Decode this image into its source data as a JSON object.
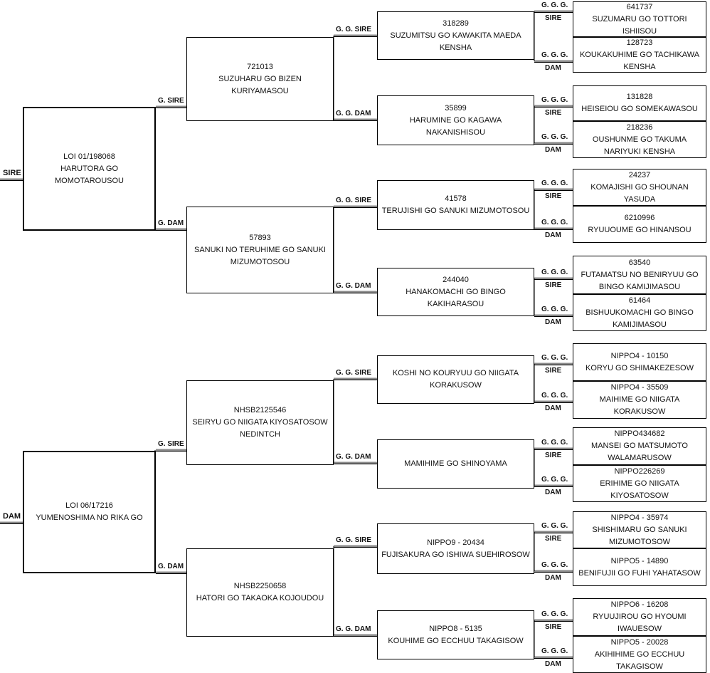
{
  "labels": {
    "sire": "SIRE",
    "dam": "DAM",
    "g_sire": "G. SIRE",
    "g_dam": "G. DAM",
    "gg_sire": "G. G. SIRE",
    "gg_dam": "G. G. DAM",
    "ggg": "G. G. G."
  },
  "sire_side": {
    "dog": {
      "id": "LOI 01/198068",
      "name": "HARUTORA GO MOMOTAROUSOU"
    },
    "g_sire": {
      "id": "721013",
      "name": "SUZUHARU GO BIZEN KURIYAMASOU"
    },
    "g_dam": {
      "id": "57893",
      "name": "SANUKI NO TERUHIME GO SANUKI MIZUMOTOSOU"
    },
    "gg": [
      {
        "id": "318289",
        "name": "SUZUMITSU GO KAWAKITA MAEDA KENSHA"
      },
      {
        "id": "35899",
        "name": "HARUMINE GO KAGAWA NAKANISHISOU"
      },
      {
        "id": "41578",
        "name": "TERUJISHI GO SANUKI MIZUMOTOSOU"
      },
      {
        "id": "244040",
        "name": "HANAKOMACHI GO BINGO KAKIHARASOU"
      }
    ],
    "ggg": [
      {
        "id": "641737",
        "name": "SUZUMARU GO TOTTORI ISHIISOU"
      },
      {
        "id": "128723",
        "name": "KOUKAKUHIME GO TACHIKAWA KENSHA"
      },
      {
        "id": "131828",
        "name": "HEISEIOU GO SOMEKAWASOU"
      },
      {
        "id": "218236",
        "name": "OUSHUNME GO TAKUMA NARIYUKI KENSHA"
      },
      {
        "id": "24237",
        "name": "KOMAJISHI GO SHOUNAN YASUDA"
      },
      {
        "id": "6210996",
        "name": "RYUUOUME GO HINANSOU"
      },
      {
        "id": "63540",
        "name": "FUTAMATSU NO BENIRYUU GO BINGO KAMIJIMASOU"
      },
      {
        "id": "61464",
        "name": "BISHUUKOMACHI GO BINGO KAMIJIMASOU"
      }
    ]
  },
  "dam_side": {
    "dog": {
      "id": "LOI 06/17216",
      "name": "YUMENOSHIMA NO RIKA GO"
    },
    "g_sire": {
      "id": "NHSB2125546",
      "name": "SEIRYU GO NIIGATA KIYOSATOSOW NEDINTCH"
    },
    "g_dam": {
      "id": "NHSB2250658",
      "name": "HATORI GO TAKAOKA KOJOUDOU"
    },
    "gg": [
      {
        "id": "",
        "name": "KOSHI NO KOURYUU GO NIIGATA KORAKUSOW"
      },
      {
        "id": "",
        "name": "MAMIHIME GO SHINOYAMA"
      },
      {
        "id": "NIPPO9 - 20434",
        "name": "FUJISAKURA GO ISHIWA SUEHIROSOW"
      },
      {
        "id": "NIPPO8 - 5135",
        "name": "KOUHIME GO ECCHUU TAKAGISOW"
      }
    ],
    "ggg": [
      {
        "id": "NIPPO4 - 10150",
        "name": "KORYU GO SHIMAKEZESOW"
      },
      {
        "id": "NIPPO4 - 35509",
        "name": "MAIHIME GO NIIGATA KORAKUSOW"
      },
      {
        "id": "NIPPO434682",
        "name": "MANSEI GO MATSUMOTO WALAMARUSOW"
      },
      {
        "id": "NIPPO226269",
        "name": "ERIHIME GO NIIGATA KIYOSATOSOW"
      },
      {
        "id": "NIPPO4 - 35974",
        "name": "SHISHIMARU GO SANUKI MIZUMOTOSOW"
      },
      {
        "id": "NIPPO5 - 14890",
        "name": "BENIFUJII GO FUHI YAHATASOW"
      },
      {
        "id": "NIPPO6 - 16208",
        "name": "RYUUJIROU GO HYOUMI IWAUESOW"
      },
      {
        "id": "NIPPO5 - 20028",
        "name": "AKIHIHIME GO ECCHUU TAKAGISOW"
      }
    ]
  }
}
